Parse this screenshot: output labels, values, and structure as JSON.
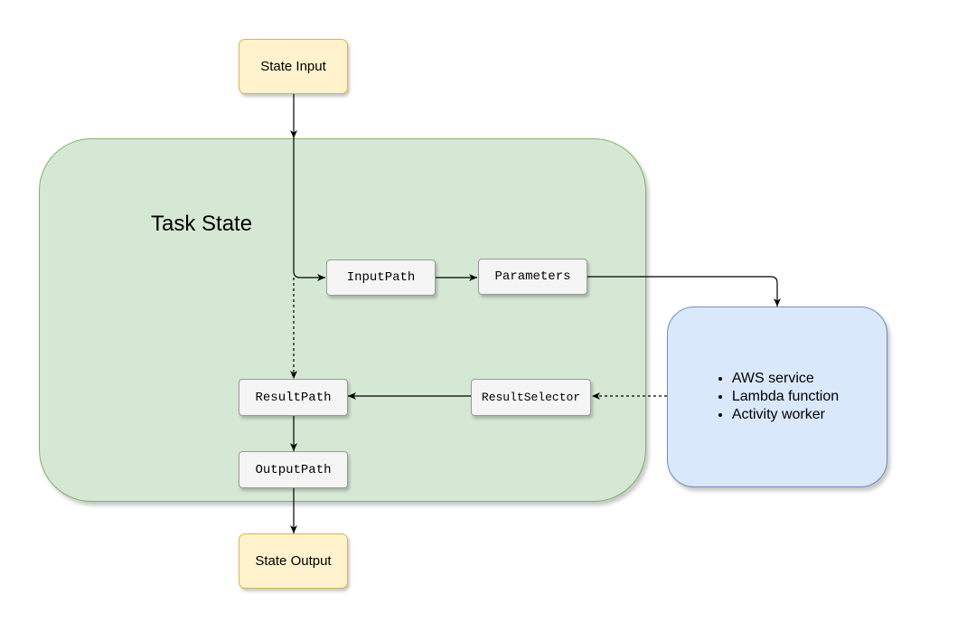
{
  "nodes": {
    "state_input": "State Input",
    "task_state": "Task State",
    "input_path": "InputPath",
    "parameters": "Parameters",
    "result_selector": "ResultSelector",
    "result_path": "ResultPath",
    "output_path": "OutputPath",
    "state_output": "State Output"
  },
  "targets": [
    "AWS service",
    "Lambda function",
    "Activity worker"
  ],
  "colors": {
    "io_fill": "#fff2cc",
    "io_border": "#d6b656",
    "task_fill": "#d5e8d4",
    "task_border": "#82b366",
    "target_fill": "#dae8fc",
    "target_border": "#6c8ebf",
    "step_fill": "#f5f5f5",
    "step_border": "#9a9a9a"
  }
}
